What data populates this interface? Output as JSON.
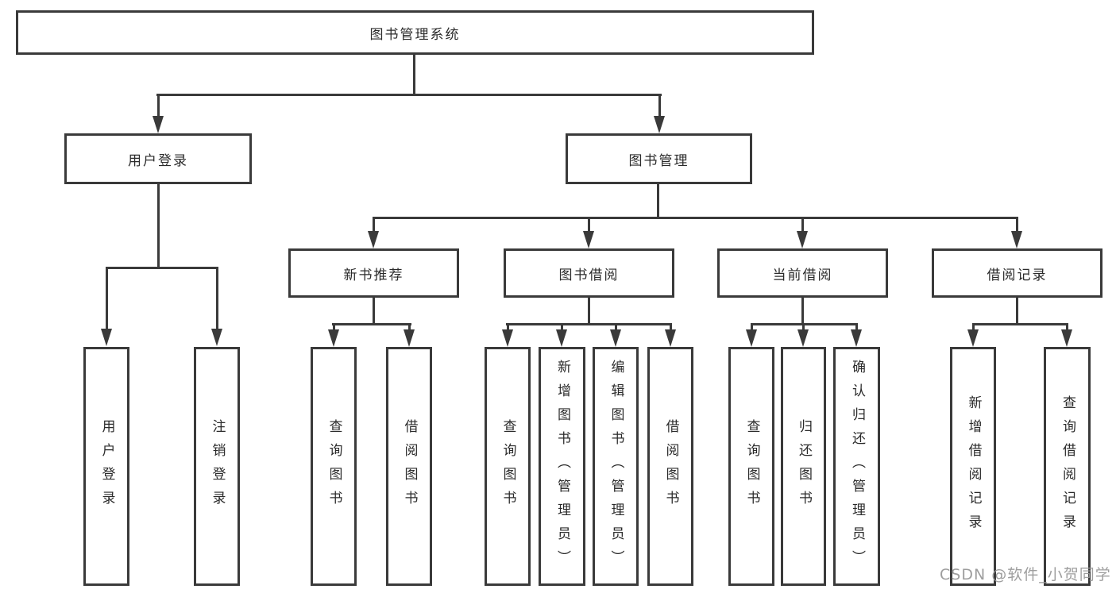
{
  "diagram": {
    "root": {
      "label": "图书管理系统"
    },
    "level2": {
      "login": {
        "label": "用户登录"
      },
      "manage": {
        "label": "图书管理"
      }
    },
    "level3": {
      "newbook": {
        "label": "新书推荐"
      },
      "borrow": {
        "label": "图书借阅"
      },
      "current": {
        "label": "当前借阅"
      },
      "records": {
        "label": "借阅记录"
      }
    },
    "leaves": {
      "login": [
        "用户登录",
        "注销登录"
      ],
      "newbook": [
        "查询图书",
        "借阅图书"
      ],
      "borrow": [
        "查询图书",
        "新增图书（管理员）",
        "编辑图书（管理员）",
        "借阅图书"
      ],
      "current": [
        "查询图书",
        "归还图书",
        "确认归还（管理员）"
      ],
      "records": [
        "新增借阅记录",
        "查询借阅记录"
      ]
    }
  },
  "watermark": "CSDN @软件_小贺同学",
  "colors": {
    "line": "#3a3a3a",
    "text": "#2b2b2b",
    "watermark": "#969696",
    "background": "#ffffff"
  }
}
